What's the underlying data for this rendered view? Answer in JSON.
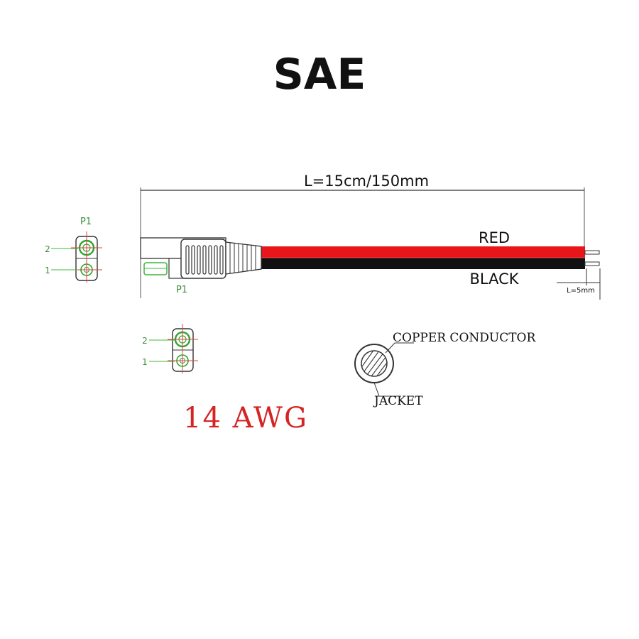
{
  "title": "SAE",
  "dimension_length": "L=15cm/150mm",
  "dimension_strip": "L=5mm",
  "wire_red_label": "RED",
  "wire_black_label": "BLACK",
  "connector_label": "P1",
  "pin_labels": [
    "2",
    "1"
  ],
  "cross_section": {
    "conductor_label": "COPPER CONDUCTOR",
    "jacket_label": "JACKET"
  },
  "gauge": "14 AWG",
  "colors": {
    "red_wire": "#e8161a",
    "black_wire": "#111111",
    "pin_green": "#3cb83c",
    "marker_red": "#e04040",
    "gauge_text": "#d42424"
  }
}
